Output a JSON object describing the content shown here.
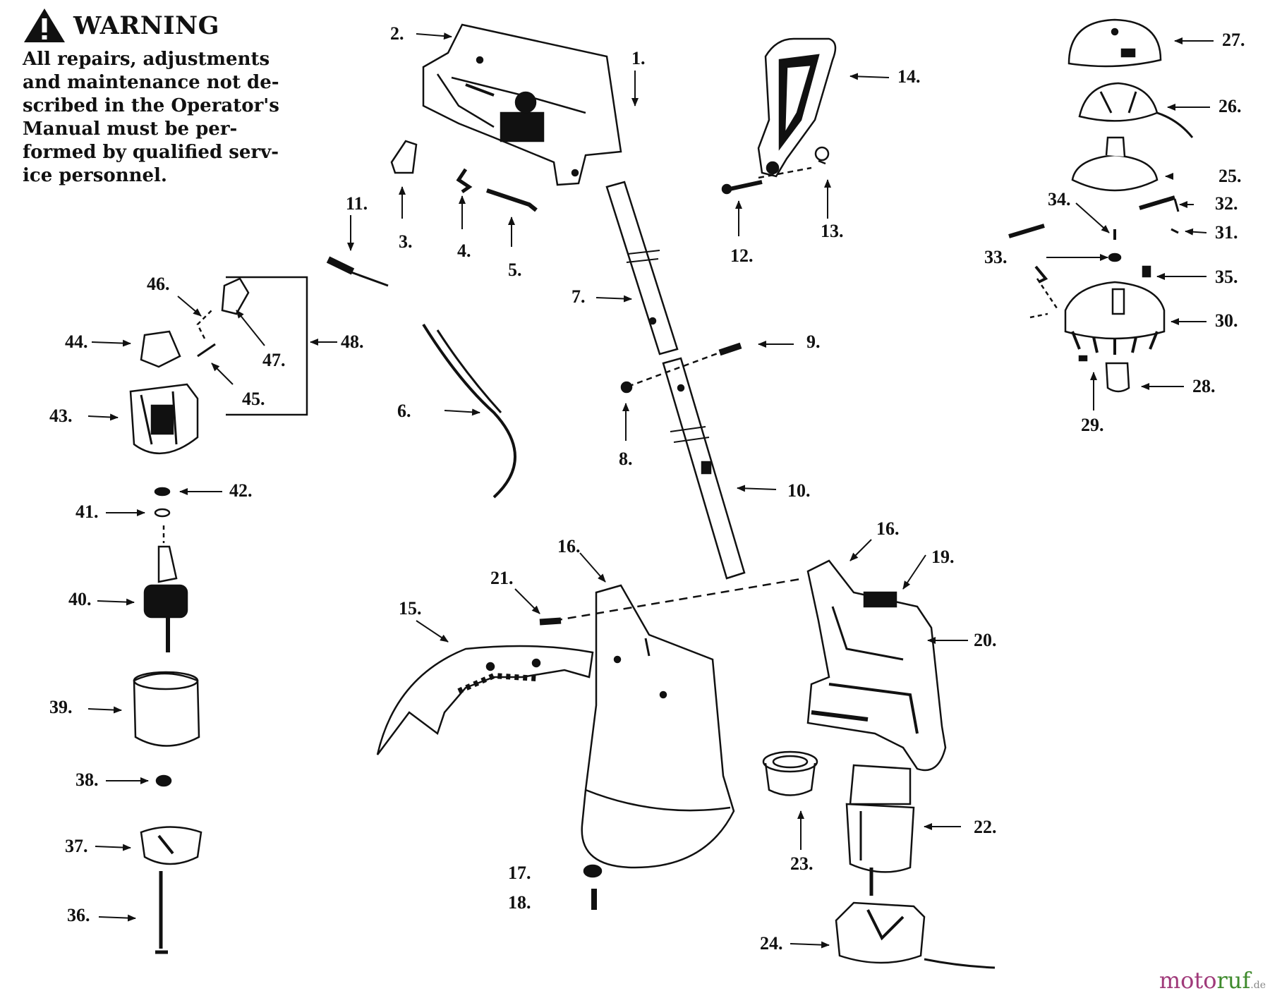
{
  "warning": {
    "title": "WARNING",
    "lines": [
      "All repairs, adjustments",
      "and maintenance not de-",
      "scribed in the Operator's",
      "Manual must be per-",
      "formed by qualified serv-",
      "ice personnel."
    ]
  },
  "parts": [
    {
      "id": "1",
      "text": "1."
    },
    {
      "id": "2",
      "text": "2."
    },
    {
      "id": "3",
      "text": "3."
    },
    {
      "id": "4",
      "text": "4."
    },
    {
      "id": "5",
      "text": "5."
    },
    {
      "id": "6",
      "text": "6."
    },
    {
      "id": "7",
      "text": "7."
    },
    {
      "id": "8",
      "text": "8."
    },
    {
      "id": "9",
      "text": "9."
    },
    {
      "id": "10",
      "text": "10."
    },
    {
      "id": "11",
      "text": "11."
    },
    {
      "id": "12",
      "text": "12."
    },
    {
      "id": "13",
      "text": "13."
    },
    {
      "id": "14",
      "text": "14."
    },
    {
      "id": "15",
      "text": "15."
    },
    {
      "id": "16a",
      "text": "16."
    },
    {
      "id": "16b",
      "text": "16."
    },
    {
      "id": "17",
      "text": "17."
    },
    {
      "id": "18",
      "text": "18."
    },
    {
      "id": "19",
      "text": "19."
    },
    {
      "id": "20",
      "text": "20."
    },
    {
      "id": "21",
      "text": "21."
    },
    {
      "id": "22",
      "text": "22."
    },
    {
      "id": "23",
      "text": "23."
    },
    {
      "id": "24",
      "text": "24."
    },
    {
      "id": "25",
      "text": "25."
    },
    {
      "id": "26",
      "text": "26."
    },
    {
      "id": "27",
      "text": "27."
    },
    {
      "id": "28",
      "text": "28."
    },
    {
      "id": "29",
      "text": "29."
    },
    {
      "id": "30",
      "text": "30."
    },
    {
      "id": "31",
      "text": "31."
    },
    {
      "id": "32",
      "text": "32."
    },
    {
      "id": "33",
      "text": "33."
    },
    {
      "id": "34",
      "text": "34."
    },
    {
      "id": "35",
      "text": "35."
    },
    {
      "id": "36",
      "text": "36."
    },
    {
      "id": "37",
      "text": "37."
    },
    {
      "id": "38",
      "text": "38."
    },
    {
      "id": "39",
      "text": "39."
    },
    {
      "id": "40",
      "text": "40."
    },
    {
      "id": "41",
      "text": "41."
    },
    {
      "id": "42",
      "text": "42."
    },
    {
      "id": "43",
      "text": "43."
    },
    {
      "id": "44",
      "text": "44."
    },
    {
      "id": "45",
      "text": "45."
    },
    {
      "id": "46",
      "text": "46."
    },
    {
      "id": "47",
      "text": "47."
    },
    {
      "id": "48",
      "text": "48."
    }
  ],
  "watermark": {
    "part1": "moto",
    "part2": "ruf",
    "part3": ".de"
  }
}
